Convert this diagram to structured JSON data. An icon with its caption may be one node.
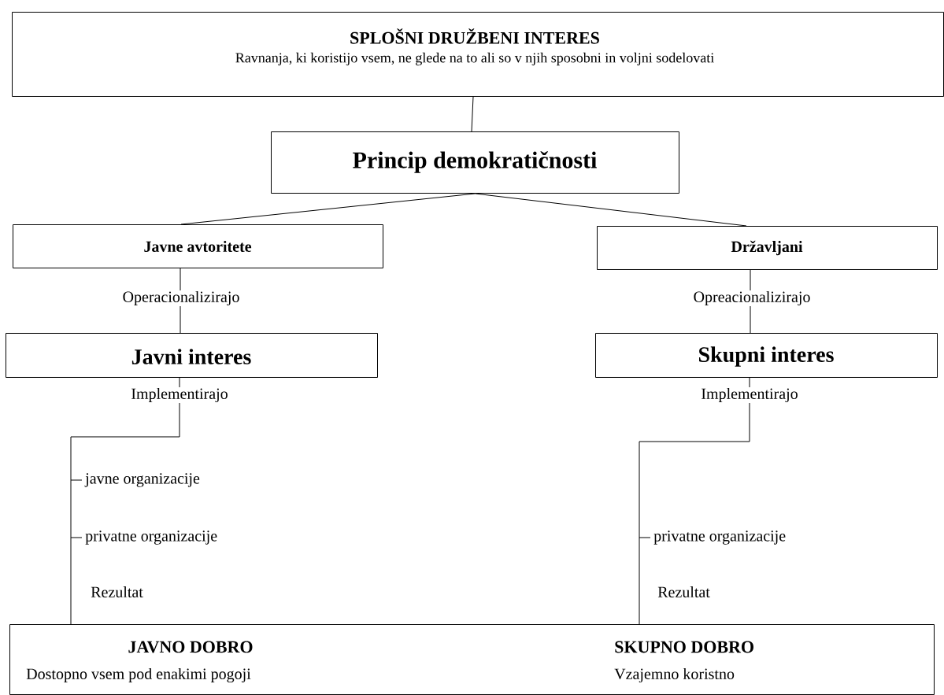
{
  "diagram": {
    "nodes": [
      {
        "text": [
          "SPLOŠNI DRUŽBENI INTERES",
          "Ravnanja, ki koristijo vsem, ne glede na to ali so v njih sposobni in voljni sodelovati"
        ]
      },
      {
        "text": [
          "Princip demokratičnosti"
        ]
      },
      {
        "text": [
          "Javne avtoritete"
        ]
      },
      {
        "text": [
          "Državljani"
        ]
      },
      {
        "text": [
          "Javni interes"
        ]
      },
      {
        "text": [
          "Skupni interes"
        ]
      },
      {
        "text": [
          "JAVNO DOBRO",
          "Dostopno vsem pod enakimi pogoji",
          "SKUPNO DOBRO",
          "Vzajemno koristno"
        ]
      }
    ],
    "edges": [
      {
        "from": 0,
        "to": 1,
        "arrow": "none"
      },
      {
        "from": 1,
        "to": 2,
        "arrow": "none"
      },
      {
        "from": 1,
        "to": 3,
        "arrow": "none"
      },
      {
        "from": 2,
        "to": 4,
        "arrow": "none",
        "label": "Operacionalizirajo"
      },
      {
        "from": 3,
        "to": 5,
        "arrow": "none",
        "label": "Opreacionalizirajo"
      },
      {
        "from": 4,
        "to": 6,
        "arrow": "none",
        "label": "Implementirajo"
      },
      {
        "from": 5,
        "to": 6,
        "arrow": "none",
        "label": "Implementirajo"
      }
    ],
    "labels": [
      "javne organizacije",
      "privatne organizacije",
      "Rezultat",
      "privatne organizacije",
      "Rezultat"
    ]
  }
}
